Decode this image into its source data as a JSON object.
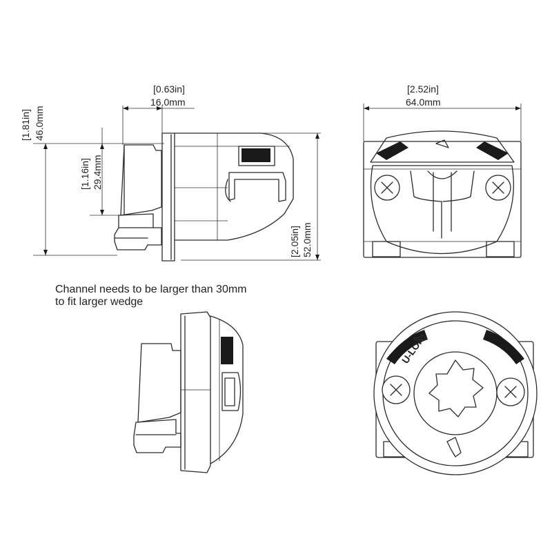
{
  "dimensions": {
    "width_top": {
      "inch": "[0.63in]",
      "mm": "16.0mm"
    },
    "width_side": {
      "inch": "[2.52in]",
      "mm": "64.0mm"
    },
    "height_total": {
      "inch": "[1.81in]",
      "mm": "46.0mm"
    },
    "height_wedge": {
      "inch": "[1.16in]",
      "mm": "29.4mm"
    },
    "height_right": {
      "inch": "[2.05in]",
      "mm": "52.0mm"
    }
  },
  "note": {
    "line1": "Channel needs to be larger than 30mm",
    "line2": "to fit larger wedge"
  },
  "marks": {
    "knob_text": "U-LOK"
  },
  "colors": {
    "line": "#2a2a2a",
    "fill_dark": "#1a1a1a",
    "background": "#ffffff"
  }
}
